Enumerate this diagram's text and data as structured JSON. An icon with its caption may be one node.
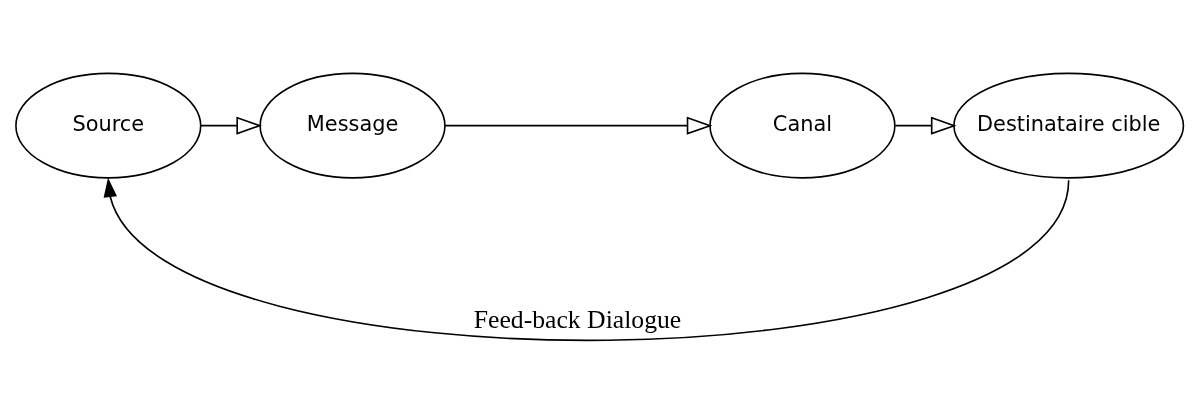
{
  "diagram": {
    "nodes": [
      {
        "text": [
          "Source"
        ]
      },
      {
        "text": [
          "Message"
        ]
      },
      {
        "text": [
          "Canal"
        ]
      },
      {
        "text": [
          "Destinataire cible"
        ]
      }
    ],
    "edges": [
      {
        "from": 0,
        "to": 1,
        "arrow": "to"
      },
      {
        "from": 1,
        "to": 2,
        "arrow": "to"
      },
      {
        "from": 2,
        "to": 3,
        "arrow": "to"
      },
      {
        "from": 3,
        "to": 0,
        "arrow": "to",
        "label": "Feed-back Dialogue"
      }
    ]
  }
}
